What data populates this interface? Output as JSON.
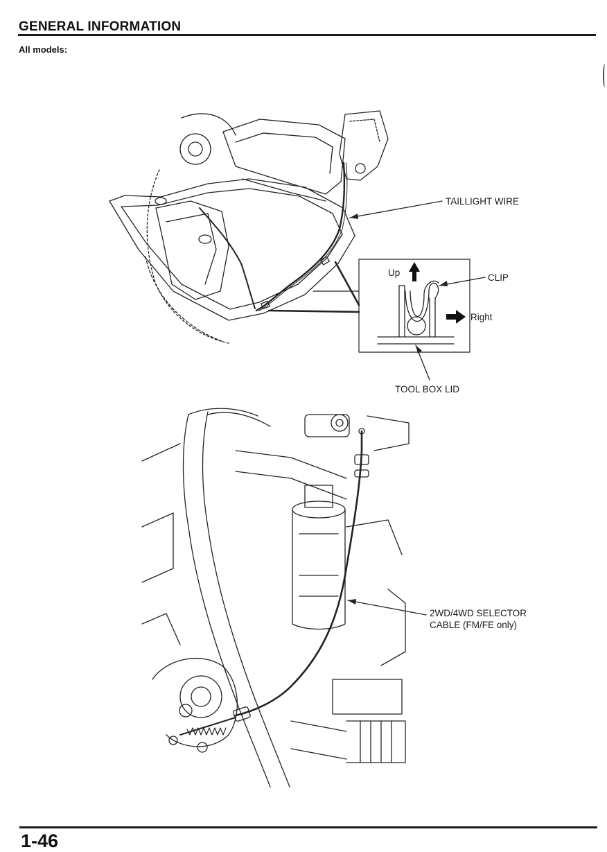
{
  "header": {
    "title": "GENERAL INFORMATION",
    "subtitle": "All models:"
  },
  "figure1": {
    "labels": {
      "taillight_wire": "TAILLIGHT WIRE",
      "clip": "CLIP",
      "up": "Up",
      "right": "Right",
      "tool_box_lid": "TOOL BOX LID"
    }
  },
  "figure2": {
    "labels": {
      "selector_cable_line1": "2WD/4WD SELECTOR",
      "selector_cable_line2": "CABLE (FM/FE only)"
    }
  },
  "footer": {
    "page_number": "1-46"
  }
}
